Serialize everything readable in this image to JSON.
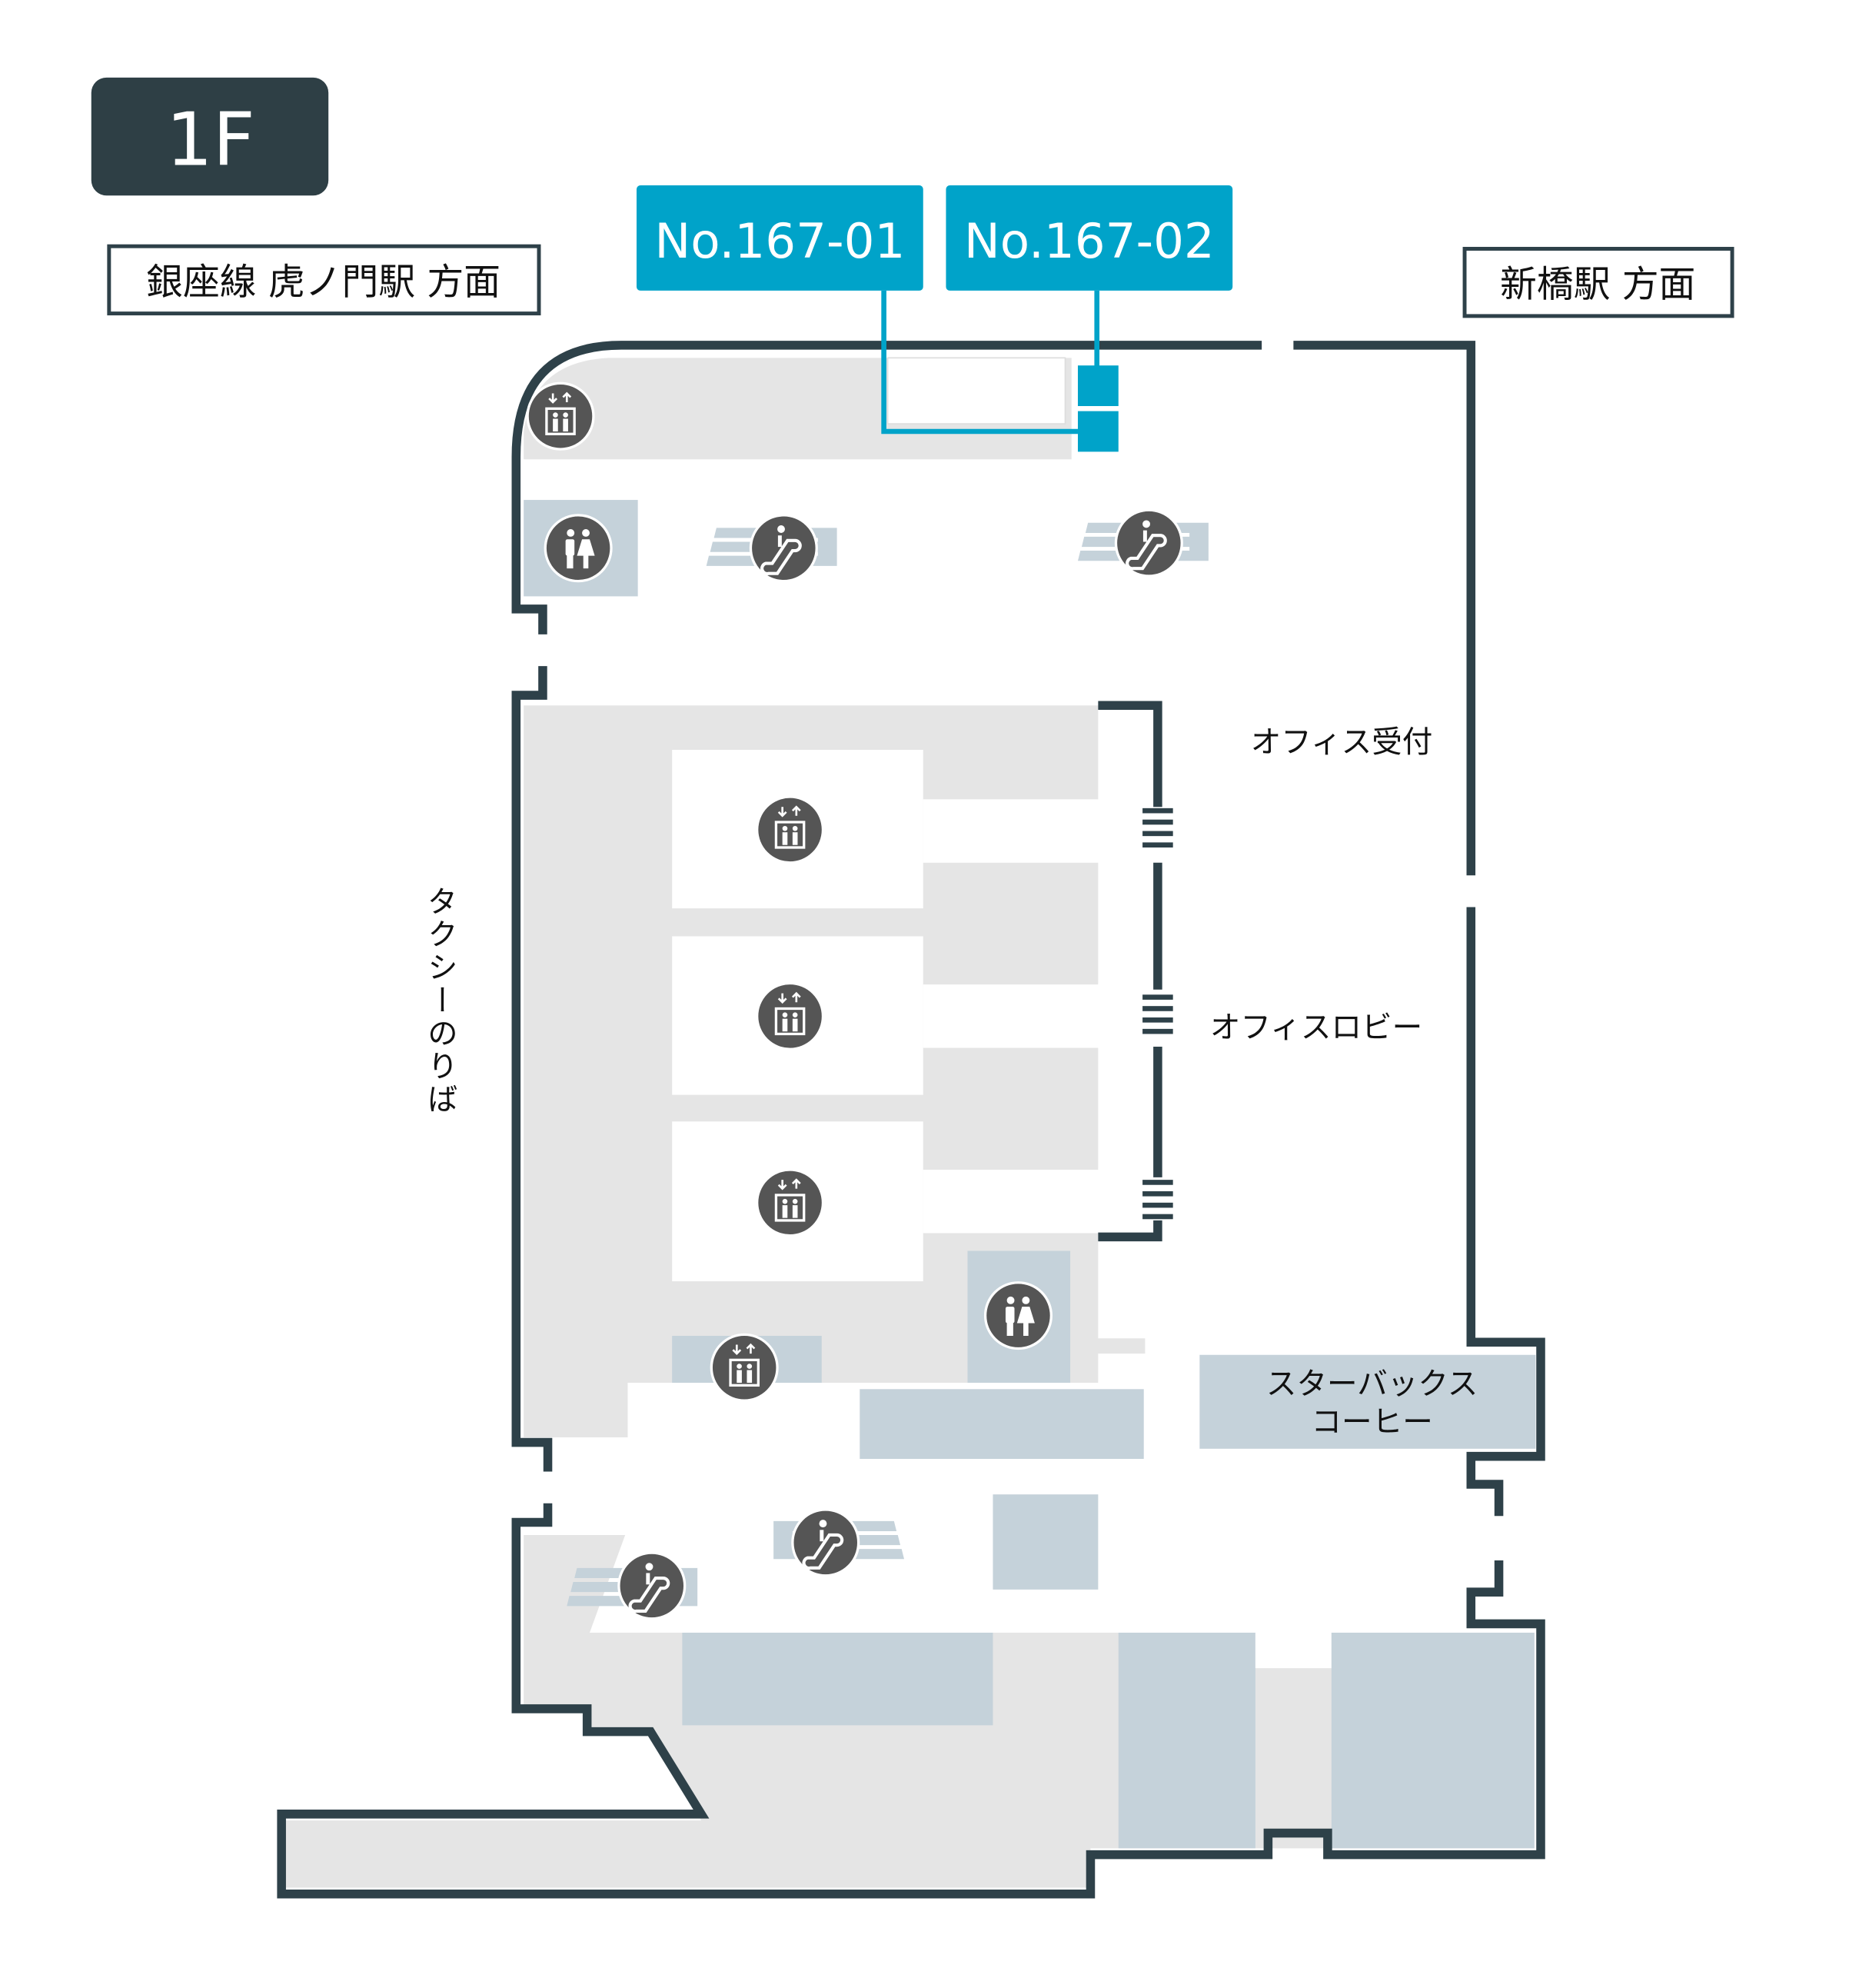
{
  "floor": {
    "label": "1F"
  },
  "directions": {
    "left": "銀座線 虎ノ門駅 方面",
    "right": "新橋駅 方面"
  },
  "units": [
    {
      "label": "No.167-01"
    },
    {
      "label": "No.167-02"
    }
  ],
  "places": {
    "office_reception": "オフィス受付",
    "office_lobby": "オフィスロビー",
    "taxi_stand": "タクシーのりば",
    "starbucks_line1": "スターバックス",
    "starbucks_line2": "コーヒー"
  },
  "colors": {
    "wall": "#2e4149",
    "highlight": "#00a3c9",
    "badge": "#2e3f45",
    "icon": "#555555",
    "area_gray": "#e5e5e5",
    "area_blue": "#c5d2da"
  },
  "icons": [
    "elevator-icon",
    "restroom-icon",
    "escalator-icon",
    "stairs-icon"
  ]
}
